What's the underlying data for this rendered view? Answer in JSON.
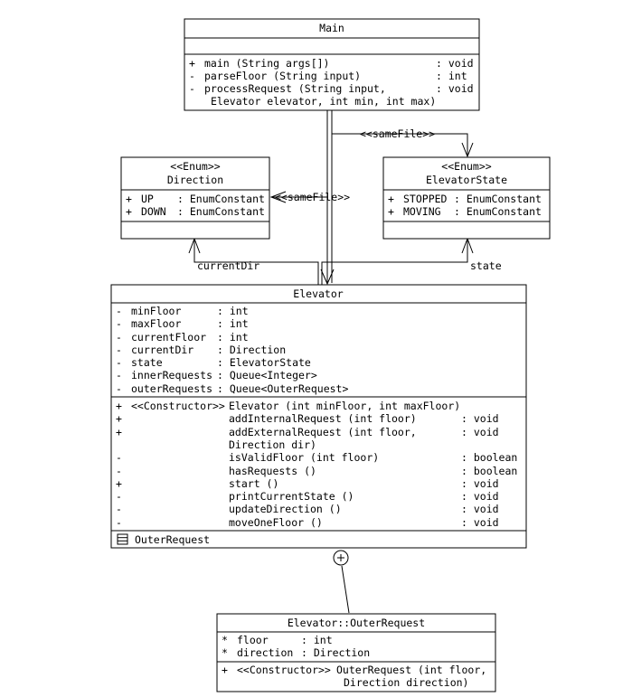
{
  "classes": {
    "main": {
      "name": "Main",
      "operations": [
        {
          "vis": "+",
          "sig": "main (String args[])",
          "type": ": void"
        },
        {
          "vis": "-",
          "sig": "parseFloor (String input)",
          "type": ": int"
        },
        {
          "vis": "-",
          "sig": "processRequest (String input,",
          "type": ": void"
        },
        {
          "vis": "",
          "sig": "Elevator elevator, int min, int max)",
          "type": ""
        }
      ]
    },
    "direction": {
      "stereotype": "<<Enum>>",
      "name": "Direction",
      "attributes": [
        {
          "vis": "+",
          "name": "UP",
          "type": ": EnumConstant"
        },
        {
          "vis": "+",
          "name": "DOWN",
          "type": ": EnumConstant"
        }
      ]
    },
    "elevator_state": {
      "stereotype": "<<Enum>>",
      "name": "ElevatorState",
      "attributes": [
        {
          "vis": "+",
          "name": "STOPPED",
          "type": ": EnumConstant"
        },
        {
          "vis": "+",
          "name": "MOVING",
          "type": ": EnumConstant"
        }
      ]
    },
    "elevator": {
      "name": "Elevator",
      "attributes": [
        {
          "vis": "-",
          "name": "minFloor",
          "type": ": int"
        },
        {
          "vis": "-",
          "name": "maxFloor",
          "type": ": int"
        },
        {
          "vis": "-",
          "name": "currentFloor",
          "type": ": int"
        },
        {
          "vis": "-",
          "name": "currentDir",
          "type": ": Direction"
        },
        {
          "vis": "-",
          "name": "state",
          "type": ": ElevatorState"
        },
        {
          "vis": "-",
          "name": "innerRequests",
          "type": ": Queue<Integer>"
        },
        {
          "vis": "-",
          "name": "outerRequests",
          "type": ": Queue<OuterRequest>"
        }
      ],
      "operations": [
        {
          "vis": "+",
          "pre": "<<Constructor>>",
          "sig": "Elevator (int minFloor, int maxFloor)",
          "type": ""
        },
        {
          "vis": "+",
          "pre": "",
          "sig": "addInternalRequest (int floor)",
          "type": ": void"
        },
        {
          "vis": "+",
          "pre": "",
          "sig": "addExternalRequest (int floor,",
          "type": ": void"
        },
        {
          "vis": "",
          "pre": "",
          "sig": " Direction dir)",
          "type": ""
        },
        {
          "vis": "-",
          "pre": "",
          "sig": "isValidFloor (int floor)",
          "type": ": boolean"
        },
        {
          "vis": "-",
          "pre": "",
          "sig": "hasRequests ()",
          "type": ": boolean"
        },
        {
          "vis": "+",
          "pre": "",
          "sig": "start ()",
          "type": ": void"
        },
        {
          "vis": "-",
          "pre": "",
          "sig": "printCurrentState ()",
          "type": ": void"
        },
        {
          "vis": "-",
          "pre": "",
          "sig": "updateDirection ()",
          "type": ": void"
        },
        {
          "vis": "-",
          "pre": "",
          "sig": "moveOneFloor ()",
          "type": ": void"
        }
      ],
      "nested": "OuterRequest"
    },
    "outer_request": {
      "name": "Elevator::OuterRequest",
      "attributes": [
        {
          "vis": "*",
          "name": "floor",
          "type": ": int"
        },
        {
          "vis": "*",
          "name": "direction",
          "type": ": Direction"
        }
      ],
      "operations": [
        {
          "vis": "+",
          "pre": "<<Constructor>>",
          "sig": "OuterRequest (int floor,",
          "type": ""
        },
        {
          "vis": "",
          "pre": "",
          "sig": "Direction direction)",
          "type": ""
        }
      ]
    }
  },
  "edges": {
    "main_to_state": "<<sameFile>>",
    "main_to_direction": "<<sameFile>>",
    "elevator_to_direction": "currentDir",
    "elevator_to_state": "state"
  }
}
